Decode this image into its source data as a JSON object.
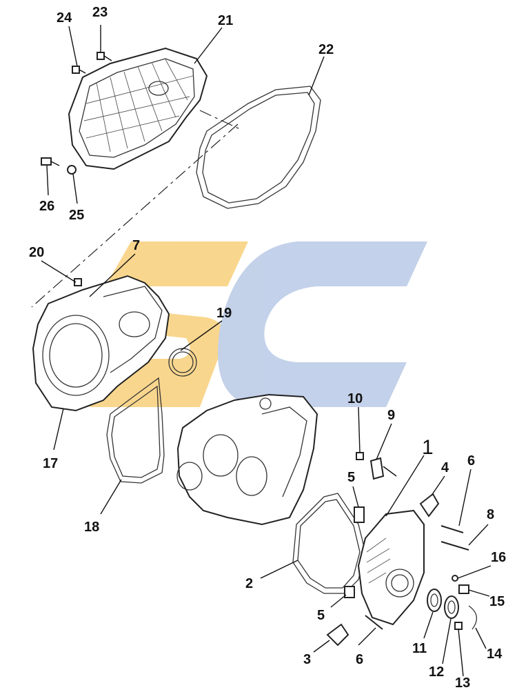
{
  "diagram": {
    "watermark": {
      "colors": {
        "orange": "#f8cf7a",
        "blue": "#b9c9e6"
      }
    },
    "callouts": [
      {
        "id": "24",
        "text": "24"
      },
      {
        "id": "23",
        "text": "23"
      },
      {
        "id": "21",
        "text": "21"
      },
      {
        "id": "22",
        "text": "22"
      },
      {
        "id": "26",
        "text": "26"
      },
      {
        "id": "25",
        "text": "25"
      },
      {
        "id": "20",
        "text": "20"
      },
      {
        "id": "7",
        "text": "7"
      },
      {
        "id": "19",
        "text": "19"
      },
      {
        "id": "17",
        "text": "17"
      },
      {
        "id": "18",
        "text": "18"
      },
      {
        "id": "10",
        "text": "10"
      },
      {
        "id": "9",
        "text": "9"
      },
      {
        "id": "1",
        "text": "1"
      },
      {
        "id": "4",
        "text": "4"
      },
      {
        "id": "6a",
        "text": "6"
      },
      {
        "id": "5a",
        "text": "5"
      },
      {
        "id": "8",
        "text": "8"
      },
      {
        "id": "16",
        "text": "16"
      },
      {
        "id": "2",
        "text": "2"
      },
      {
        "id": "15",
        "text": "15"
      },
      {
        "id": "5b",
        "text": "5"
      },
      {
        "id": "11",
        "text": "11"
      },
      {
        "id": "14",
        "text": "14"
      },
      {
        "id": "3",
        "text": "3"
      },
      {
        "id": "6b",
        "text": "6"
      },
      {
        "id": "12",
        "text": "12"
      },
      {
        "id": "13",
        "text": "13"
      }
    ]
  }
}
